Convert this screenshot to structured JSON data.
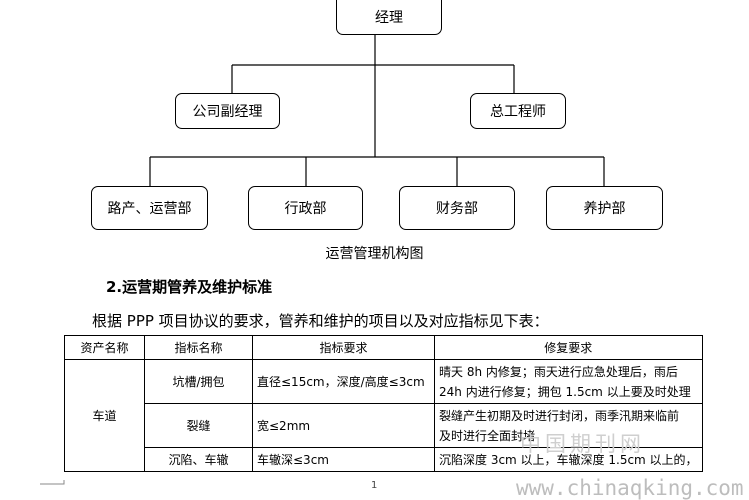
{
  "org_chart": {
    "manager": "经理",
    "deputy_manager": "公司副经理",
    "chief_engineer": "总工程师",
    "departments": [
      "路产、运营部",
      "行政部",
      "财务部",
      "养护部"
    ],
    "caption": "运营管理机构图"
  },
  "section": {
    "heading": "2.运营期管养及维护标准",
    "paragraph": "根据 PPP 项目协议的要求，管养和维护的项目以及对应指标见下表："
  },
  "table": {
    "headers": [
      "资产名称",
      "指标名称",
      "指标要求",
      "修复要求"
    ],
    "asset": "车道",
    "rows": [
      {
        "indicator": "坑槽/拥包",
        "requirement": "直径≤15cm，深度/高度≤3cm",
        "repair": [
          "晴天 8h 内修复；雨天进行应急处理后，雨后",
          "24h 内进行修复；拥包 1.5cm 以上要及时处理"
        ]
      },
      {
        "indicator": "裂缝",
        "requirement": "宽≤2mm",
        "repair": [
          "裂缝产生初期及时进行封闭，雨季汛期来临前",
          "及时进行全面封堵"
        ]
      },
      {
        "indicator": "沉陷、车辙",
        "requirement": "车辙深≤3cm",
        "repair": [
          "沉陷深度 3cm 以上，车辙深度 1.5cm 以上的，"
        ]
      }
    ]
  },
  "watermark": {
    "name": "中国期刊网",
    "url": "www.chinaqking.com"
  },
  "page_number": "1"
}
